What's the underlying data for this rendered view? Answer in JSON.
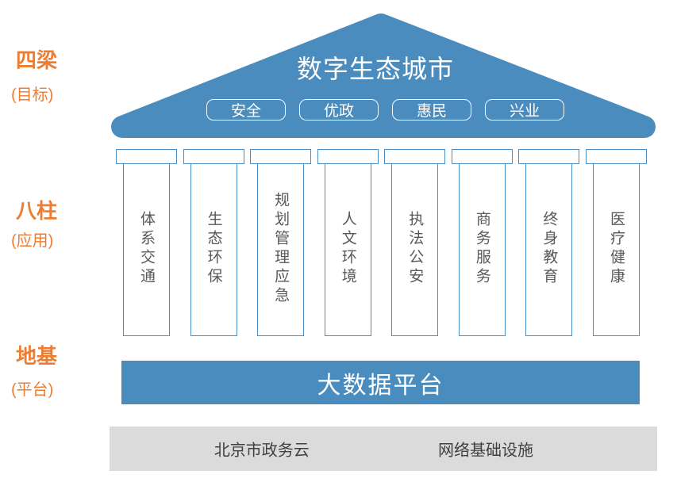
{
  "colors": {
    "roof_blue": "#4A8CBE",
    "pillar_border": "#4A90C6",
    "pillar_text": "#595959",
    "orange": "#ED7D31",
    "gray_bar_bg": "#DBDBDB",
    "gray_bar_text": "#404040",
    "white": "#FFFFFF"
  },
  "side_labels": [
    {
      "title": "四梁",
      "subtitle": "(目标)"
    },
    {
      "title": "八柱",
      "subtitle": "(应用)"
    },
    {
      "title": "地基",
      "subtitle": "(平台)"
    }
  ],
  "roof": {
    "title": "数字生态城市",
    "badges": [
      "安全",
      "优政",
      "惠民",
      "兴业"
    ]
  },
  "pillars": [
    "体系交通",
    "生态环保",
    "规划管理应急",
    "人文环境",
    "执法公安",
    "商务服务",
    "终身教育",
    "医疗健康"
  ],
  "platform_bar": {
    "label": "大数据平台"
  },
  "foundation_bar": {
    "items": [
      "北京市政务云",
      "网络基础设施"
    ]
  }
}
